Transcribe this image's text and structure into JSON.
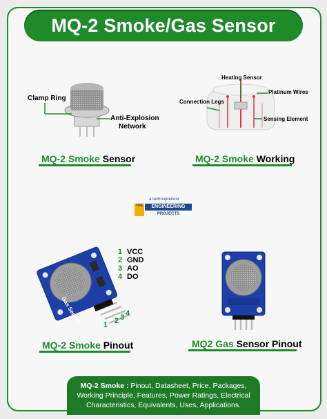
{
  "title": "MQ-2 Smoke/Gas Sensor",
  "sections": {
    "smoke_sensor": {
      "brand": "MQ-2 Smoke",
      "rest": " Sensor"
    },
    "smoke_working": {
      "brand": "MQ-2 Smoke",
      "rest": " Working"
    },
    "smoke_pinout": {
      "brand": "MQ-2 Smoke",
      "rest": " Pinout"
    },
    "gas_pinout": {
      "brand": "MQ2 Gas",
      "rest": " Sensor Pinout"
    }
  },
  "sensor_labels": {
    "clamp_ring": "Clamp Ring",
    "anti_explosion_line1": "Anti-Explosion",
    "anti_explosion_line2": "Network"
  },
  "working_labels": {
    "heating_sensor": "Heating Sensor",
    "platinum_wires": "Platinum Wires",
    "connection_legs": "Connection Legs",
    "sensing_element": "Sensing Element"
  },
  "pins": [
    {
      "num": "1",
      "name": "VCC"
    },
    {
      "num": "2",
      "name": "GND"
    },
    {
      "num": "3",
      "name": "AO"
    },
    {
      "num": "4",
      "name": "DO"
    }
  ],
  "board_pin_numbers": [
    "1",
    "2",
    "3",
    "4"
  ],
  "board_text": "Gas Sensor",
  "logo": {
    "small": "a technopreneur",
    "box": "THE",
    "main": "ENGINEERING",
    "sub": "PROJECTS"
  },
  "footer": {
    "bold": "MQ-2 Smoke :",
    "line1": " Pinout, Datasheet, Price, Packages,",
    "line2": "Working Principle, Features, Power Ratings, Electrical",
    "line3": "Characteristics, Equivalents, Uses, Applications."
  },
  "colors": {
    "accent": "#1f8a2a",
    "board": "#1d3fa8",
    "footer": "#1f7a28"
  }
}
